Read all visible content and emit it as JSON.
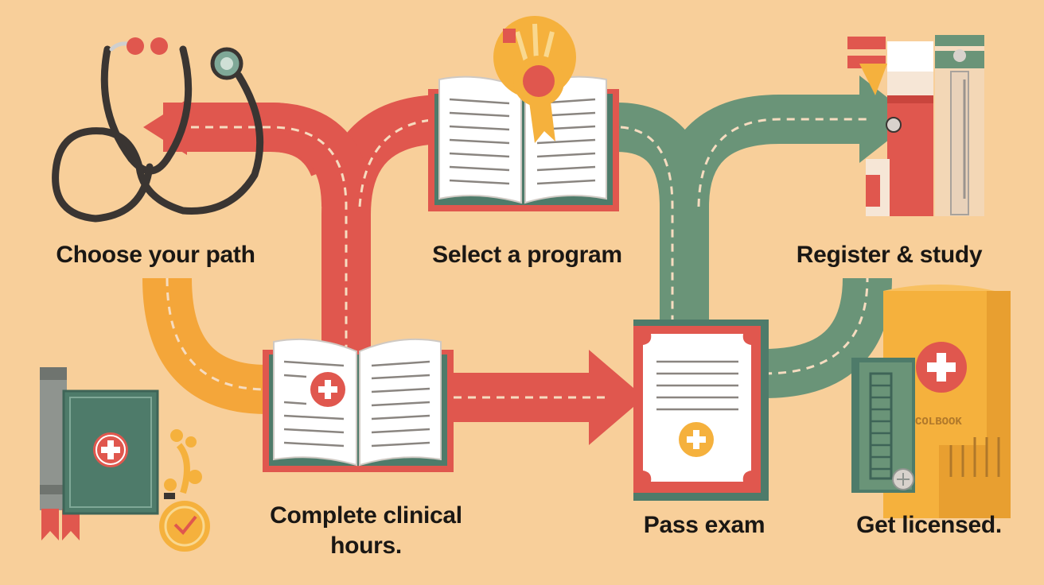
{
  "steps": {
    "choose": "Choose your path",
    "select": "Select a program",
    "register": "Register & study",
    "complete": "Complete clinical hours.",
    "pass": "Pass exam",
    "licensed": "Get licensed."
  },
  "book_spine_text": "COLBOOK",
  "colors": {
    "background": "#f8cf9a",
    "red_road": "#e0574e",
    "green_road": "#6a9478",
    "orange_road": "#f4a63a",
    "dash": "#f6dcc0",
    "dark_green": "#4e7b6a",
    "gold": "#f5b13d"
  }
}
